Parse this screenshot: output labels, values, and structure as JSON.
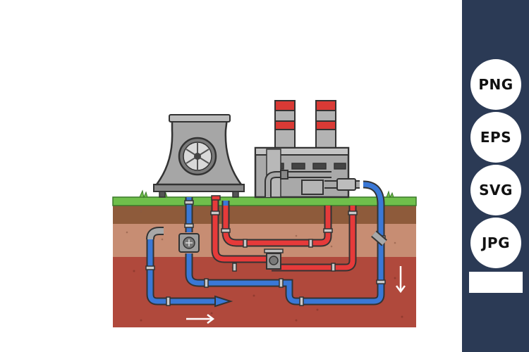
{
  "formats": [
    "PNG",
    "EPS",
    "SVG",
    "JPG"
  ],
  "diagram": {
    "flow_arrows": [
      "right",
      "right",
      "down"
    ]
  },
  "colors": {
    "sidebar": "#2b3a55",
    "hot_pipe": "#e63a3a",
    "cold_pipe": "#3a78d6",
    "grass": "#6fbf4b",
    "topsoil": "#a9704a",
    "deep_soil": "#b0493c",
    "building": "#a9a9a9",
    "chimney_stripe": "#d93a35"
  }
}
